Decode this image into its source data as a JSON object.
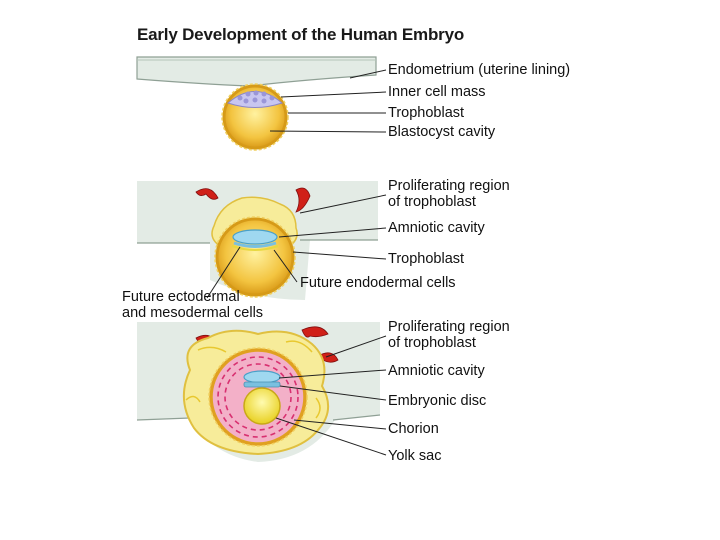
{
  "title": "Early Development of the Human Embryo",
  "stage1": {
    "endometrium": "Endometrium (uterine lining)",
    "inner_cell_mass": "Inner cell mass",
    "trophoblast": "Trophoblast",
    "blastocyst_cavity": "Blastocyst cavity"
  },
  "stage2": {
    "proliferating_line1": "Proliferating region",
    "proliferating_line2": "of trophoblast",
    "amniotic_cavity": "Amniotic cavity",
    "trophoblast": "Trophoblast",
    "future_endodermal": "Future endodermal cells",
    "future_ectodermal_line1": "Future ectodermal",
    "future_ectodermal_line2": "and mesodermal cells"
  },
  "stage3": {
    "proliferating_line1": "Proliferating region",
    "proliferating_line2": "of trophoblast",
    "amniotic_cavity": "Amniotic cavity",
    "embryonic_disc": "Embryonic disc",
    "chorion": "Chorion",
    "yolk_sac": "Yolk sac"
  },
  "colors": {
    "tissue": "#e3ebe5",
    "tissue_edge": "#8fa095",
    "trophoblast": "#e0a020",
    "cavity": "#f3c440",
    "inner_cell_mass": "#c8c6f0",
    "amnion": "#9fd8f0",
    "proliferating": "#f7ec9a",
    "vessel": "#d02018",
    "chorion": "#f3b0c8",
    "yolk": "#f0e030"
  }
}
